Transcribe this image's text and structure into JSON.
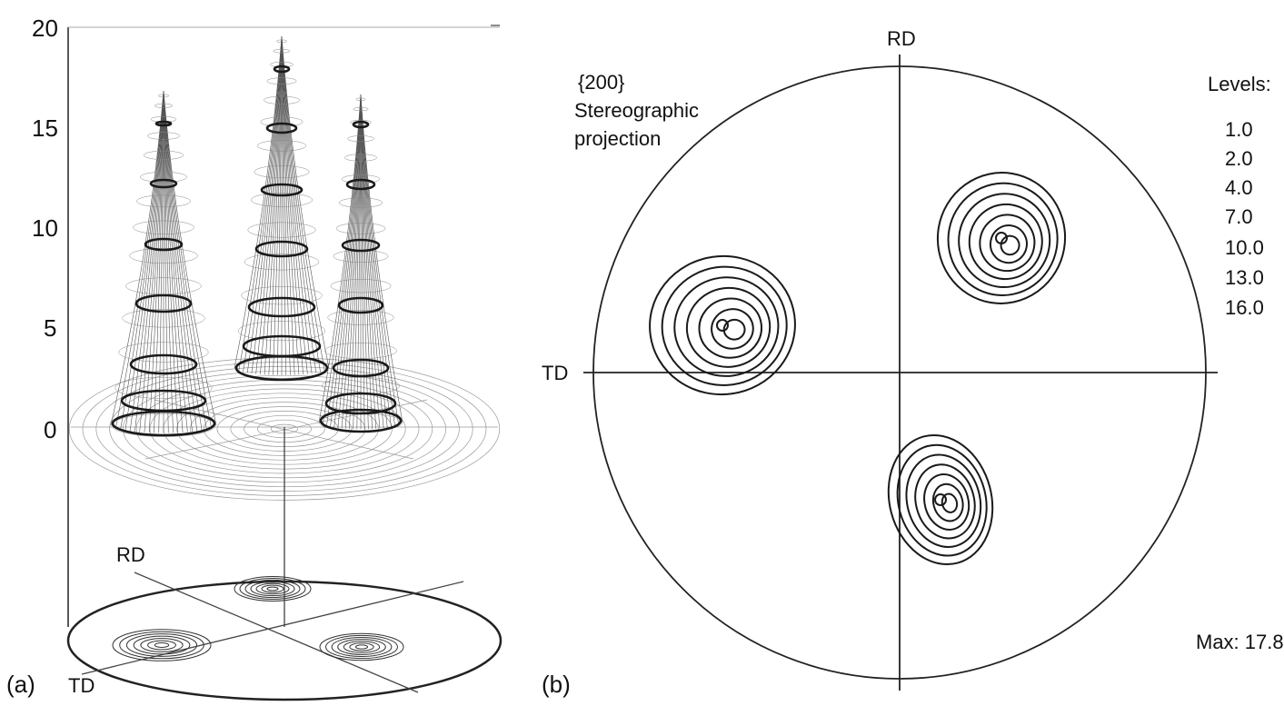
{
  "panel_a": {
    "label": "(a)",
    "z_ticks": [
      "20",
      "15",
      "10",
      "5",
      "0"
    ],
    "rd_label": "RD",
    "td_label": "TD"
  },
  "panel_b": {
    "label": "(b)",
    "plane": "{200}",
    "projection_line1": "Stereographic",
    "projection_line2": "projection",
    "rd_label": "RD",
    "td_label": "TD",
    "levels_title": "Levels:",
    "levels": [
      "1.0",
      "2.0",
      "4.0",
      "7.0",
      "10.0",
      "13.0",
      "16.0"
    ],
    "max_label": "Max: 17.8"
  },
  "colors": {
    "line": "#1a1a1a",
    "mesh": "#555555"
  }
}
